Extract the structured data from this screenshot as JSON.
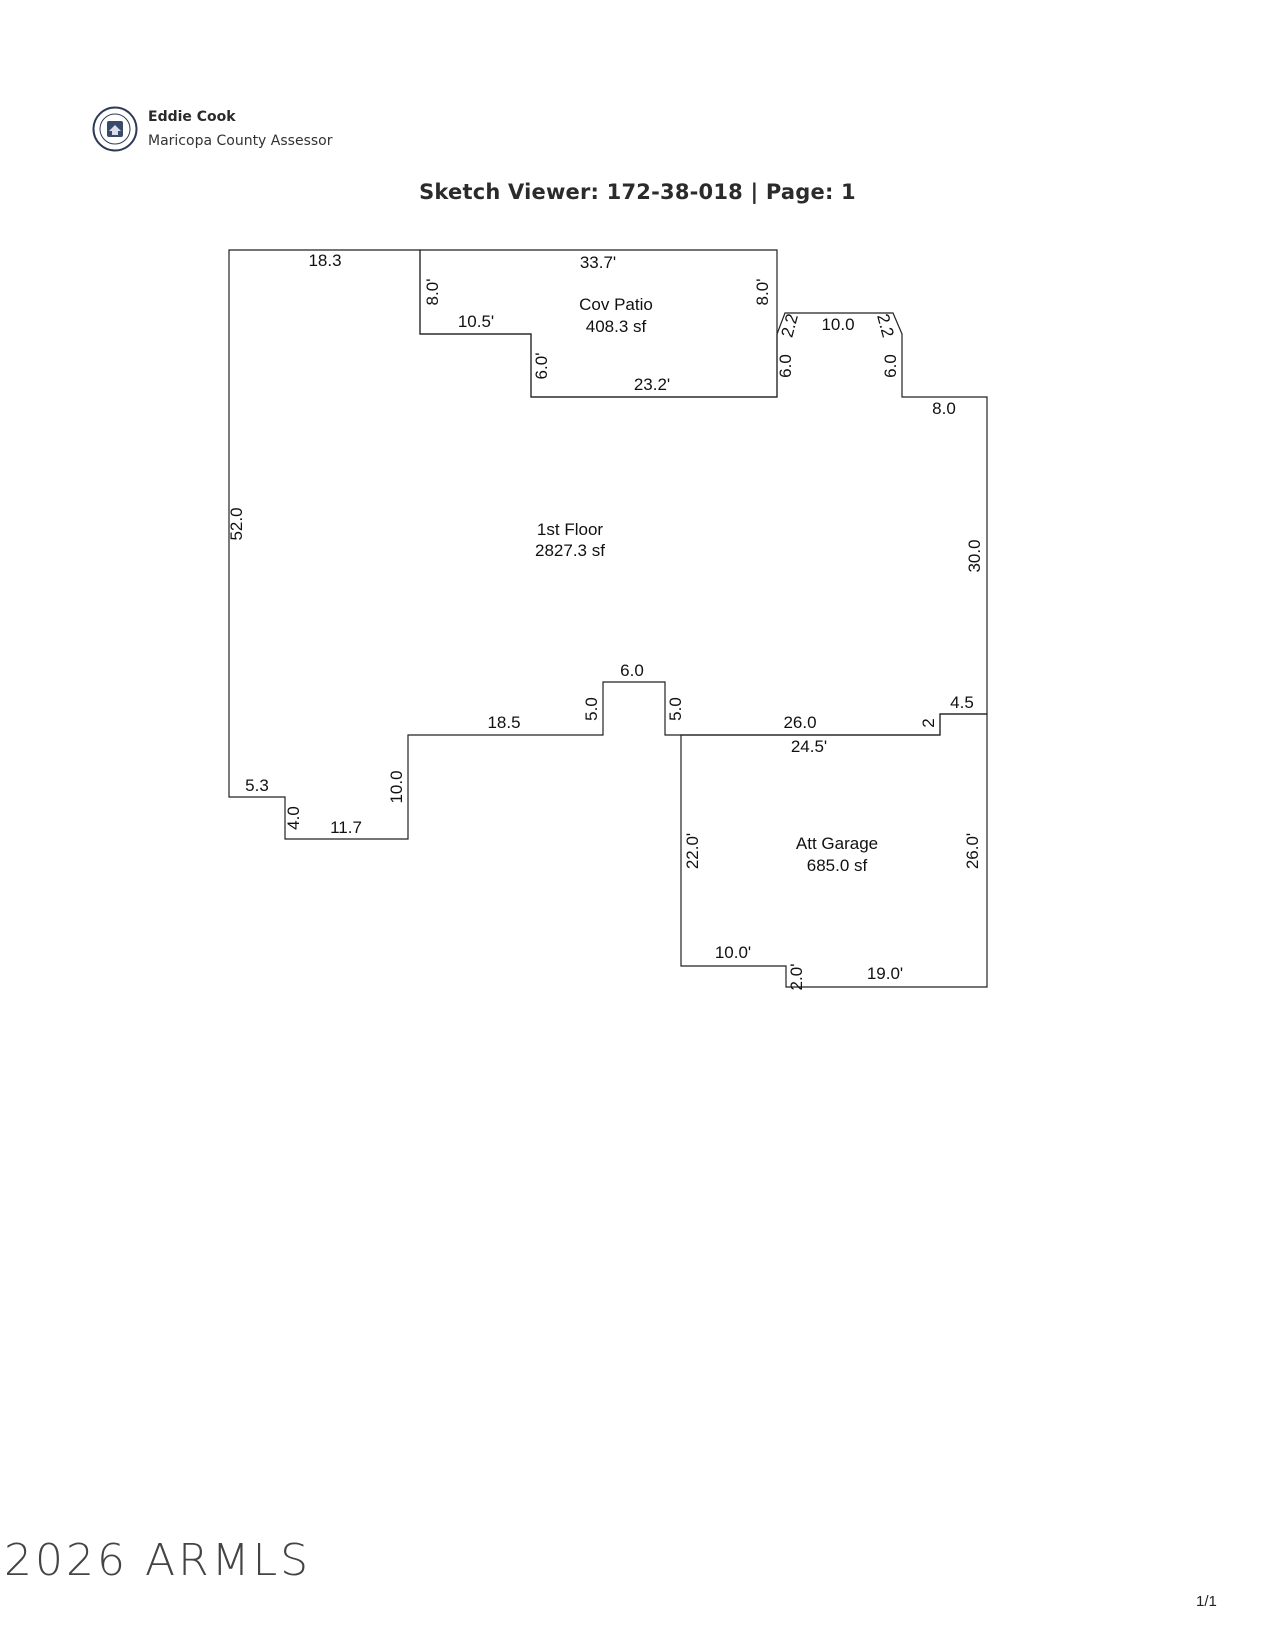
{
  "header": {
    "name": "Eddie Cook",
    "office": "Maricopa County Assessor",
    "seal_icon": "maricopa-county-seal"
  },
  "title": "Sketch Viewer: 172-38-018 | Page: 1",
  "areas": [
    {
      "label": "Cov Patio",
      "size": "408.3 sf"
    },
    {
      "label": "1st Floor",
      "size": "2827.3 sf"
    },
    {
      "label": "Att Garage",
      "size": "685.0 sf"
    }
  ],
  "dimensions": {
    "patio_top": "33.7'",
    "patio_left": "8.0'",
    "patio_right": "8.0'",
    "patio_step": "10.5'",
    "patio_step_v": "6.0'",
    "patio_bottom": "23.2'",
    "floor_top_left": "18.3",
    "floor_left": "52.0",
    "bay_v1": "6.0",
    "bay_diag1": "2.2",
    "bay_top": "10.0",
    "bay_diag2": "2.2",
    "bay_v2": "6.0",
    "floor_right_step": "8.0",
    "floor_right": "30.0",
    "floor_notch_h": "4.5",
    "floor_notch_v": "2",
    "floor_bottom_right": "26.0",
    "bump_v1": "5.0",
    "bump_top": "6.0",
    "bump_v2": "5.0",
    "floor_bottom_mid": "18.5",
    "step_v": "10.0",
    "bottom_h": "11.7",
    "bottom_v": "4.0",
    "bottom_left_h": "5.3",
    "garage_top": "24.5'",
    "garage_left": "22.0'",
    "garage_right": "26.0'",
    "garage_bottom_left": "10.0'",
    "garage_step": "2.0'",
    "garage_bottom_right": "19.0'"
  },
  "footer": {
    "watermark": "2026 ARMLS",
    "page_number": "1/1"
  }
}
